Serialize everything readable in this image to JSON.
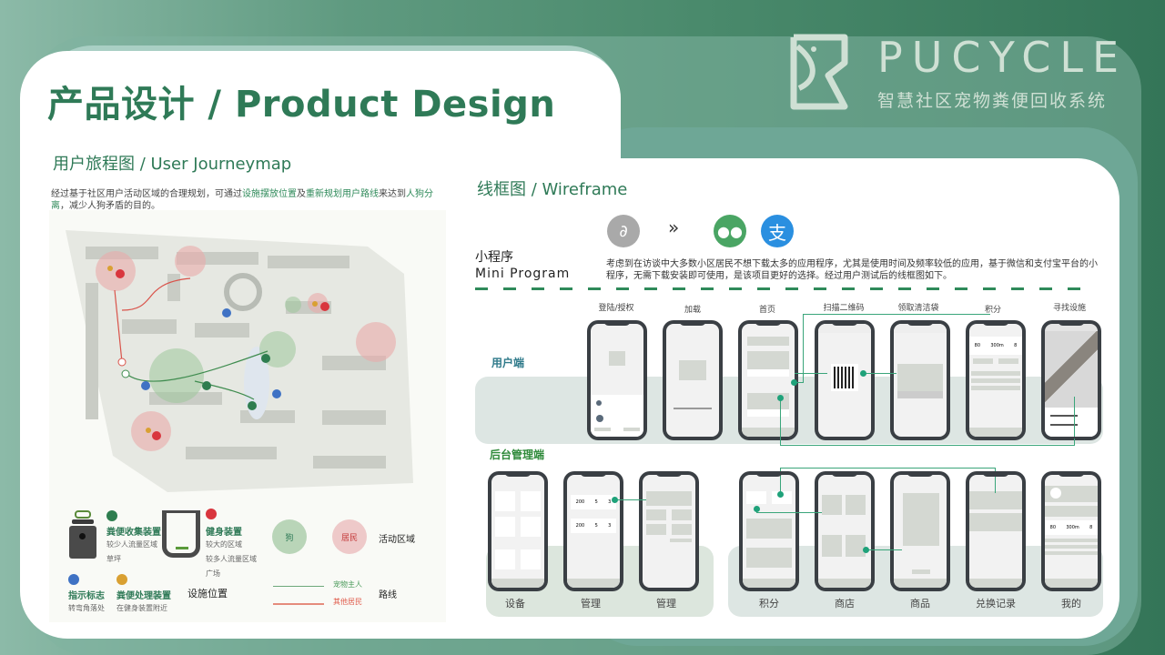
{
  "header": {
    "title": "产品设计 / Product Design",
    "brand_name": "PUCYCLE",
    "brand_subtitle": "智慧社区宠物粪便回收系统"
  },
  "journey": {
    "title": "用户旅程图 / User Journeymap",
    "desc_parts": [
      "经过基于社区用户活动区域的合理规划，可通过",
      "设施摆放位置",
      "及",
      "重新规划用户路线",
      "来达到",
      "人狗分离",
      "，减少人狗矛盾的目的。"
    ],
    "legend": {
      "collect": {
        "title": "粪便收集装置",
        "notes": [
          "较少人流量区域",
          "草坪"
        ],
        "color": "#2e7d4f"
      },
      "fitness": {
        "title": "健身装置",
        "notes": [
          "较大的区域",
          "较多人流量区域",
          "广场"
        ],
        "color": "#d9363e"
      },
      "sign": {
        "title": "指示标志",
        "notes": [
          "转弯角落处"
        ],
        "color": "#3f72c4"
      },
      "process": {
        "title": "粪便处理装置",
        "notes": [
          "在健身装置附近"
        ],
        "color": "#d9a032"
      },
      "facility_label": "设施位置",
      "zone_dog": "狗",
      "zone_resident": "居民",
      "zone_label": "活动区域",
      "route_owner": "宠物主人",
      "route_other": "其他居民",
      "route_label": "路线"
    }
  },
  "wireframe": {
    "title": "线框图 / Wireframe",
    "mini_cn": "小程序",
    "mini_en": "Mini Program",
    "arrow": "»",
    "desc": "考虑到在访谈中大多数小区居民不想下载太多的应用程序，尤其是使用时间及频率较低的应用，基于微信和支付宝平台的小程序，无需下载安装即可使用，是该项目更好的选择。经过用户测试后的线框图如下。",
    "user_side": "用户端",
    "admin_side": "后台管理端",
    "user_screens": [
      "登陆/授权",
      "加载",
      "首页",
      "扫描二维码",
      "领取清洁袋",
      "积分",
      "寻找设施"
    ],
    "admin_screens": [
      "设备",
      "管理",
      "管理",
      "积分",
      "商店",
      "商品",
      "兑换记录",
      "我的"
    ],
    "points_stats": [
      "80",
      "300m",
      "8"
    ],
    "admin_stats": [
      "200",
      "5",
      "3"
    ]
  },
  "colors": {
    "brand_green": "#2f7a57",
    "accent_teal": "#1fa27a",
    "dog_zone": "#b9d5b8",
    "resident_zone": "#eec9c9"
  }
}
